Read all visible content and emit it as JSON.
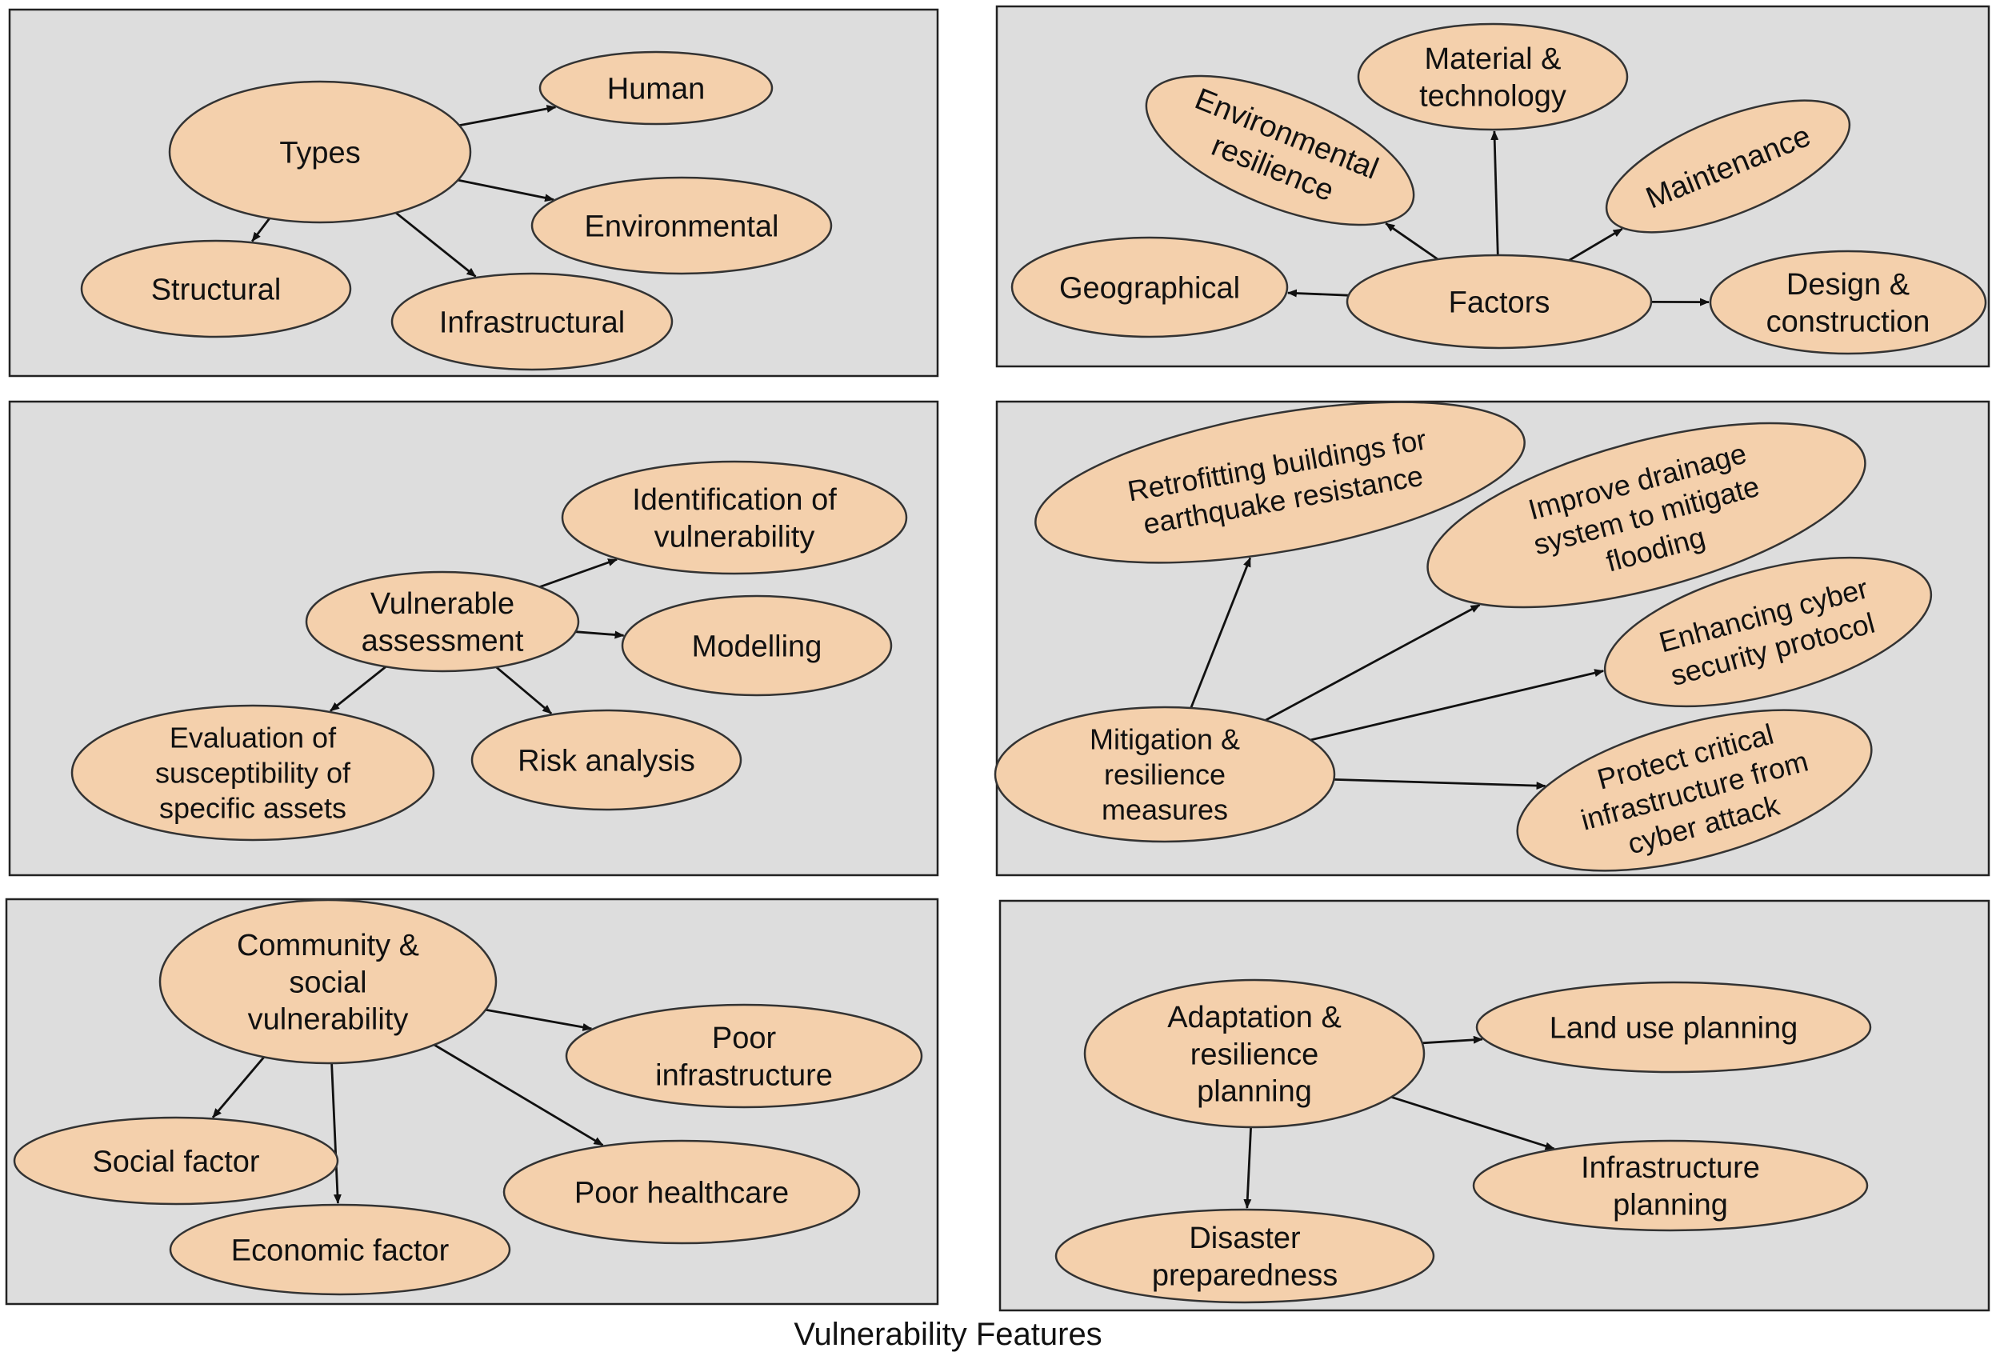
{
  "caption": "Vulnerability Features",
  "colors": {
    "panel_fill": "#dddddd",
    "node_fill": "#f4d0ac",
    "edge": "#111111"
  },
  "panels": [
    {
      "id": "types",
      "nodes": [
        {
          "id": "types",
          "lines": [
            "Types"
          ]
        },
        {
          "id": "human",
          "lines": [
            "Human"
          ]
        },
        {
          "id": "environmental",
          "lines": [
            "Environmental"
          ]
        },
        {
          "id": "structural",
          "lines": [
            "Structural"
          ]
        },
        {
          "id": "infrastructural",
          "lines": [
            "Infrastructural"
          ]
        }
      ],
      "edges": [
        [
          "types",
          "human"
        ],
        [
          "types",
          "environmental"
        ],
        [
          "types",
          "structural"
        ],
        [
          "types",
          "infrastructural"
        ]
      ]
    },
    {
      "id": "factors",
      "nodes": [
        {
          "id": "factors",
          "lines": [
            "Factors"
          ]
        },
        {
          "id": "material",
          "lines": [
            "Material &",
            "technology"
          ]
        },
        {
          "id": "env-resilience",
          "lines": [
            "Environmental",
            "resilience"
          ]
        },
        {
          "id": "maintenance",
          "lines": [
            "Maintenance"
          ]
        },
        {
          "id": "geographical",
          "lines": [
            "Geographical"
          ]
        },
        {
          "id": "design",
          "lines": [
            "Design &",
            "construction"
          ]
        }
      ],
      "edges": [
        [
          "factors",
          "material"
        ],
        [
          "factors",
          "env-resilience"
        ],
        [
          "factors",
          "maintenance"
        ],
        [
          "factors",
          "geographical"
        ],
        [
          "factors",
          "design"
        ]
      ]
    },
    {
      "id": "assessment",
      "nodes": [
        {
          "id": "vulnerable-assessment",
          "lines": [
            "Vulnerable",
            "assessment"
          ]
        },
        {
          "id": "identification",
          "lines": [
            "Identification of",
            "vulnerability"
          ]
        },
        {
          "id": "modelling",
          "lines": [
            "Modelling"
          ]
        },
        {
          "id": "evaluation",
          "lines": [
            "Evaluation of",
            "susceptibility of",
            "specific assets"
          ]
        },
        {
          "id": "risk-analysis",
          "lines": [
            "Risk analysis"
          ]
        }
      ],
      "edges": [
        [
          "vulnerable-assessment",
          "identification"
        ],
        [
          "vulnerable-assessment",
          "modelling"
        ],
        [
          "vulnerable-assessment",
          "evaluation"
        ],
        [
          "vulnerable-assessment",
          "risk-analysis"
        ]
      ]
    },
    {
      "id": "mitigation",
      "nodes": [
        {
          "id": "mitigation",
          "lines": [
            "Mitigation &",
            "resilience",
            "measures"
          ]
        },
        {
          "id": "retrofitting",
          "lines": [
            "Retrofitting buildings for",
            "earthquake resistance"
          ]
        },
        {
          "id": "drainage",
          "lines": [
            "Improve drainage",
            "system to mitigate",
            "flooding"
          ]
        },
        {
          "id": "cyber",
          "lines": [
            "Enhancing cyber",
            "security protocol"
          ]
        },
        {
          "id": "protect",
          "lines": [
            "Protect critical",
            "infrastructure from",
            "cyber attack"
          ]
        }
      ],
      "edges": [
        [
          "mitigation",
          "retrofitting"
        ],
        [
          "mitigation",
          "drainage"
        ],
        [
          "mitigation",
          "cyber"
        ],
        [
          "mitigation",
          "protect"
        ]
      ]
    },
    {
      "id": "community",
      "nodes": [
        {
          "id": "community",
          "lines": [
            "Community &",
            "social",
            "vulnerability"
          ]
        },
        {
          "id": "poor-infrastructure",
          "lines": [
            "Poor",
            "infrastructure"
          ]
        },
        {
          "id": "social-factor",
          "lines": [
            "Social factor"
          ]
        },
        {
          "id": "poor-healthcare",
          "lines": [
            "Poor healthcare"
          ]
        },
        {
          "id": "economic-factor",
          "lines": [
            "Economic factor"
          ]
        }
      ],
      "edges": [
        [
          "community",
          "poor-infrastructure"
        ],
        [
          "community",
          "social-factor"
        ],
        [
          "community",
          "economic-factor"
        ],
        [
          "community",
          "poor-healthcare"
        ]
      ]
    },
    {
      "id": "adaptation",
      "nodes": [
        {
          "id": "adaptation",
          "lines": [
            "Adaptation &",
            "resilience",
            "planning"
          ]
        },
        {
          "id": "land-use",
          "lines": [
            "Land use planning"
          ]
        },
        {
          "id": "infrastructure-planning",
          "lines": [
            "Infrastructure",
            "planning"
          ]
        },
        {
          "id": "disaster",
          "lines": [
            "Disaster",
            "preparedness"
          ]
        }
      ],
      "edges": [
        [
          "adaptation",
          "land-use"
        ],
        [
          "adaptation",
          "infrastructure-planning"
        ],
        [
          "adaptation",
          "disaster"
        ]
      ]
    }
  ]
}
